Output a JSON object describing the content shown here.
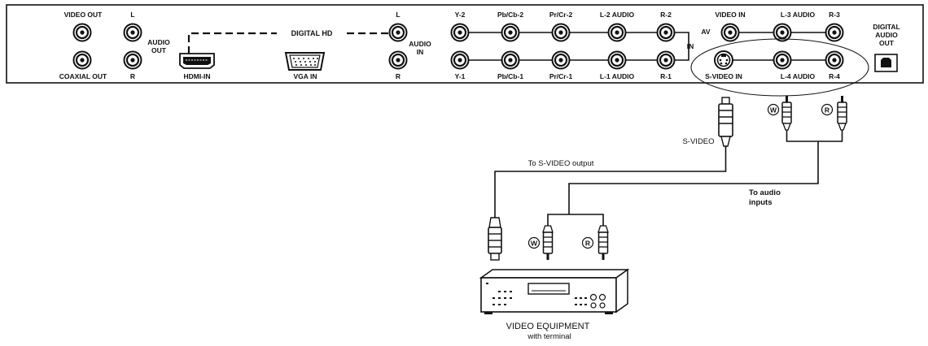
{
  "panel": {
    "video_out": "VIDEO OUT",
    "audio_out_l": "L",
    "audio_out_r": "R",
    "audio_out_1": "AUDIO",
    "audio_out_2": "OUT",
    "coaxial_out": "COAXIAL OUT",
    "hdmi_in": "HDMI-IN",
    "digital_hd": "DIGITAL HD",
    "vga_in": "VGA IN",
    "audio_in_l": "L",
    "audio_in_r": "R",
    "audio_in_1": "AUDIO",
    "audio_in_2": "IN",
    "comp_top": [
      "Y-2",
      "Pb/Cb-2",
      "Pr/Cr-2",
      "L-2 AUDIO",
      "R-2"
    ],
    "comp_bottom": [
      "Y-1",
      "Pb/Cb-1",
      "Pr/Cr-1",
      "L-1 AUDIO",
      "R-1"
    ],
    "comp_in": "IN",
    "av_label": "AV",
    "av_top": [
      "VIDEO IN",
      "L-3 AUDIO",
      "R-3"
    ],
    "av_bottom": [
      "S-VIDEO IN",
      "L-4 AUDIO",
      "R-4"
    ],
    "digital_audio_1": "DIGITAL",
    "digital_audio_2": "AUDIO",
    "digital_audio_3": "OUT"
  },
  "cables": {
    "svideo_label": "S-VIDEO",
    "w_mark": "W",
    "r_mark": "R",
    "to_svideo_output": "To S-VIDEO output",
    "to_audio_1": "To audio",
    "to_audio_2": "inputs"
  },
  "equipment": {
    "line1": "VIDEO EQUIPMENT",
    "line2": "with terminal"
  },
  "colors": {
    "ink": "#111111",
    "panel": "#ffffff"
  }
}
